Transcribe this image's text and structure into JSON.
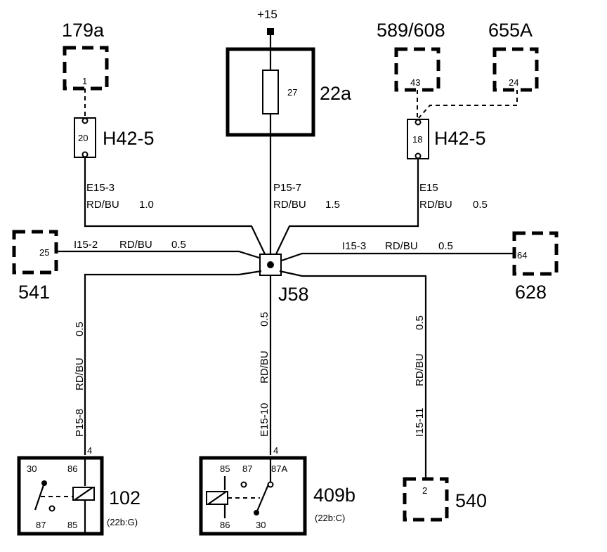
{
  "supply": {
    "label": "+15"
  },
  "fuse": {
    "ref": "22a",
    "number": "27"
  },
  "junction": {
    "ref": "J58"
  },
  "connectors": {
    "c179a": {
      "ref": "179a",
      "pin": "1"
    },
    "c589": {
      "ref": "589/608",
      "pin": "43"
    },
    "c655": {
      "ref": "655A",
      "pin": "24"
    },
    "c541": {
      "ref": "541",
      "pin": "25"
    },
    "c628": {
      "ref": "628",
      "pin": "64"
    },
    "c540": {
      "ref": "540",
      "pin": "2"
    }
  },
  "splices": {
    "left": {
      "ref": "H42-5",
      "pin": "20"
    },
    "right": {
      "ref": "H42-5",
      "pin": "18"
    }
  },
  "wires": {
    "e15_3": {
      "id": "E15-3",
      "color": "RD/BU",
      "size": "1.0"
    },
    "p15_7": {
      "id": "P15-7",
      "color": "RD/BU",
      "size": "1.5"
    },
    "e15": {
      "id": "E15",
      "color": "RD/BU",
      "size": "0.5"
    },
    "i15_2": {
      "id": "I15-2",
      "color": "RD/BU",
      "size": "0.5"
    },
    "i15_3": {
      "id": "I15-3",
      "color": "RD/BU",
      "size": "0.5"
    },
    "p15_8": {
      "id": "P15-8",
      "color": "RD/BU",
      "size": "0.5"
    },
    "e15_10": {
      "id": "E15-10",
      "color": "RD/BU",
      "size": "0.5"
    },
    "i15_11": {
      "id": "I15-11",
      "color": "RD/BU",
      "size": "0.5"
    }
  },
  "relays": {
    "r102": {
      "ref": "102",
      "loc": "(22b:G)",
      "pin_in": "4",
      "p30": "30",
      "p86": "86",
      "p87": "87",
      "p85": "85"
    },
    "r409b": {
      "ref": "409b",
      "loc": "(22b:C)",
      "pin_in": "4",
      "p85": "85",
      "p87": "87",
      "p87a": "87A",
      "p86": "86",
      "p30": "30"
    }
  }
}
